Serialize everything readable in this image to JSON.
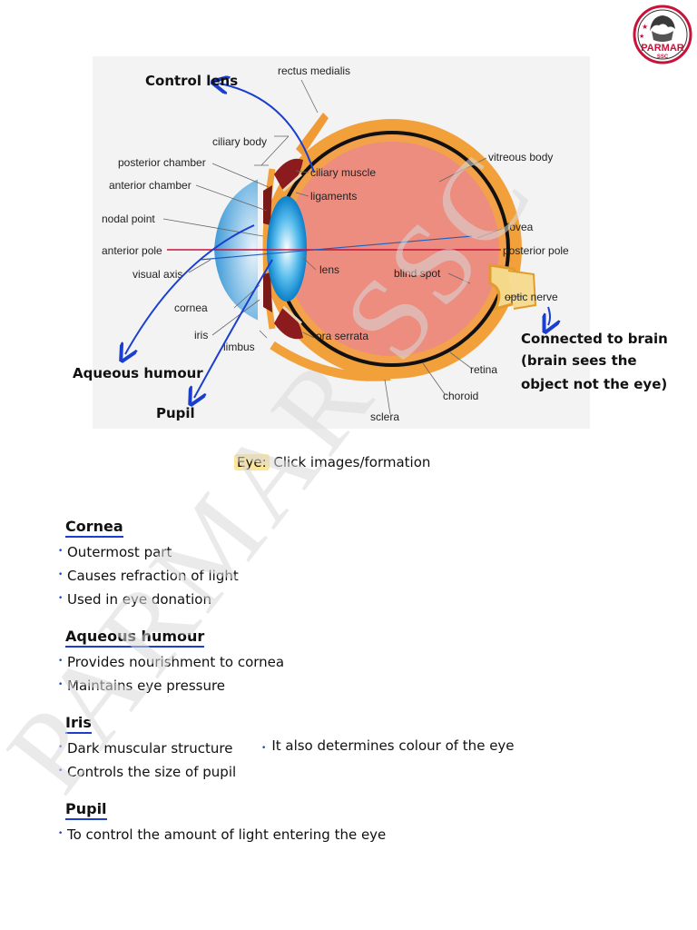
{
  "logo": {
    "text_main": "PARMAR",
    "text_sub": "SSC",
    "colors": {
      "ring": "#c8123a",
      "text": "#c8123a"
    }
  },
  "watermark": {
    "text": "PARMAR SSC",
    "color": "#d9d9d9"
  },
  "diagram": {
    "labels": {
      "rectus_medialis": "rectus medialis",
      "ciliary_body": "ciliary body",
      "posterior_chamber": "posterior chamber",
      "anterior_chamber": "anterior chamber",
      "nodal_point": "nodal point",
      "anterior_pole": "anterior pole",
      "visual_axis": "visual axis",
      "cornea": "cornea",
      "iris": "iris",
      "limbus": "limbus",
      "ciliary_muscle": "ciliary muscle",
      "ligaments": "ligaments",
      "lens": "lens",
      "ora_serrata": "ora serrata",
      "vitreous_body": "vitreous body",
      "fovea": "fovea",
      "posterior_pole": "posterior pole",
      "blind_spot": "blind spot",
      "optic_nerve": "optic nerve",
      "retina": "retina",
      "choroid": "choroid",
      "sclera": "sclera"
    },
    "annotations": {
      "control_lens": "Control lens",
      "aqueous_humour": "Aqueous humour",
      "pupil": "Pupil",
      "connected_1": "Connected to brain",
      "connected_2": "(brain sees the",
      "connected_3": "object not the eye)"
    }
  },
  "caption": {
    "highlight": "Eye:",
    "text": " Click images/formation"
  },
  "notes": {
    "cornea": {
      "title": "Cornea",
      "items": [
        "Outermost part",
        "Causes refraction of light",
        "Used in eye donation"
      ]
    },
    "aqueous": {
      "title": "Aqueous humour",
      "items": [
        "Provides nourishment to cornea",
        "Maintains eye pressure"
      ]
    },
    "iris": {
      "title": "Iris",
      "items": [
        "Dark muscular structure",
        "Controls the size of pupil"
      ],
      "extra": "It also determines colour of the eye"
    },
    "pupil": {
      "title": "Pupil",
      "items": [
        "To control the amount of light entering the eye"
      ]
    }
  }
}
